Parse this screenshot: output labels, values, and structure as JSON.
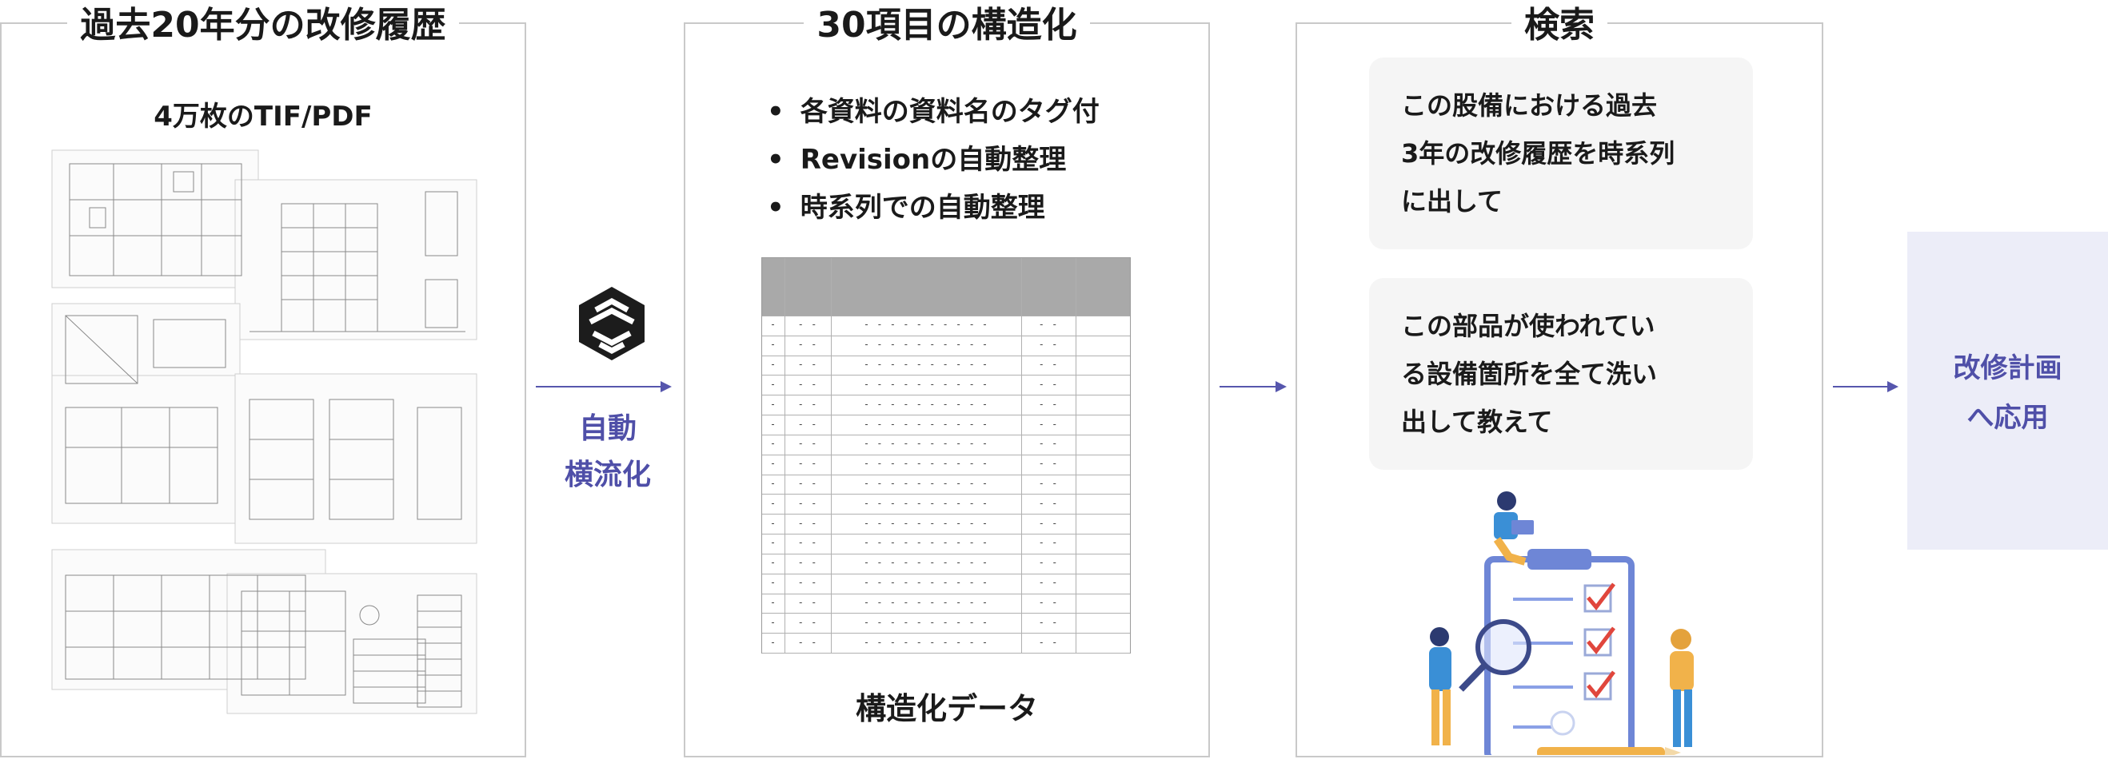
{
  "panel_history": {
    "title": "過去20年分の改修履歴",
    "subtitle": "4万枚のTIF/PDF"
  },
  "process_label": [
    "自動",
    "横流化"
  ],
  "panel_structure": {
    "title": "30項目の構造化",
    "bullets": [
      "各資料の資料名のタグ付",
      "Revisionの自動整理",
      "時系列での自動整理"
    ],
    "caption": "構造化データ"
  },
  "panel_search": {
    "title": "検索",
    "queries": [
      [
        "この股備における過去",
        "3年の改修履歴を時系列",
        "に出して"
      ],
      [
        "この部品が使われてい",
        "る設備箇所を全て洗い",
        "出して教えて"
      ]
    ]
  },
  "apply": [
    "改修計画",
    "へ応用"
  ],
  "colors": {
    "accent": "#4f4fa8",
    "border": "#c9c9c9",
    "bubble": "#f5f5f5",
    "apply_bg": "#ecedf8"
  }
}
